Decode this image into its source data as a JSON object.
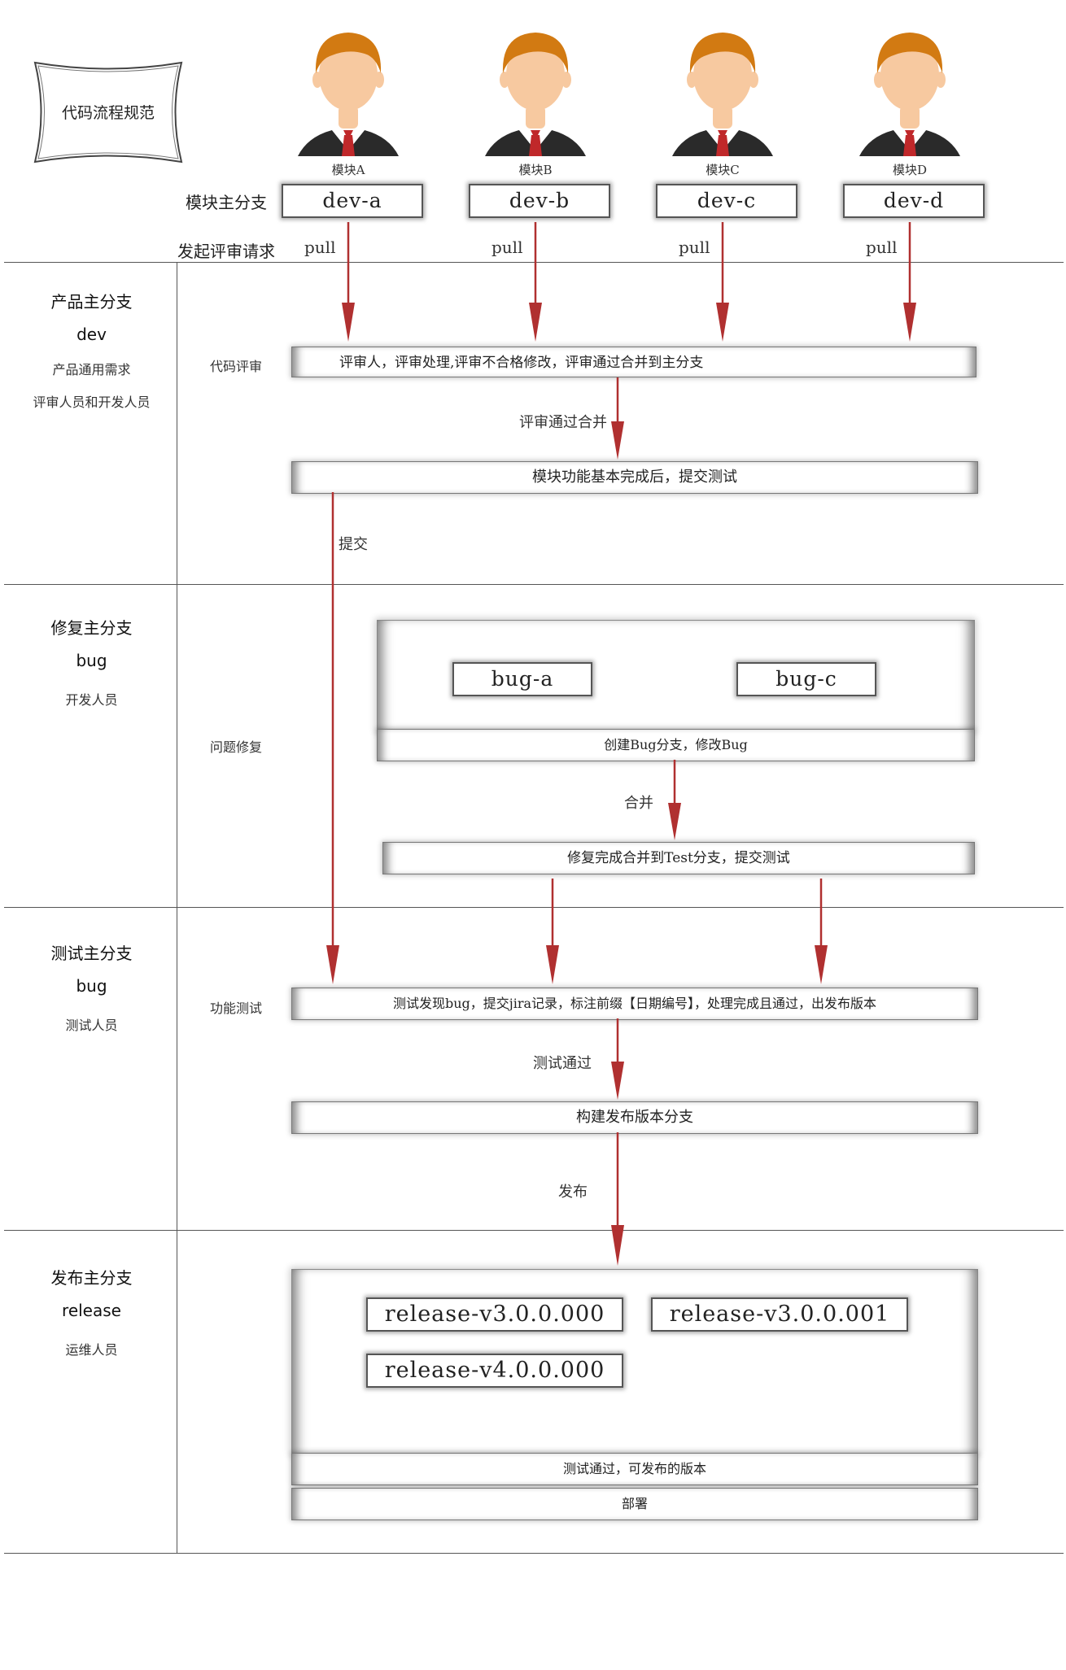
{
  "title": "代码流程规范",
  "colors": {
    "arrow": "#b03030",
    "hair": "#d27a12",
    "face": "#f7c9a0",
    "suit": "#2a2a2a",
    "tie": "#c0282a"
  },
  "modules": [
    {
      "name": "模块A",
      "branch": "dev-a",
      "pull": "pull"
    },
    {
      "name": "模块B",
      "branch": "dev-b",
      "pull": "pull"
    },
    {
      "name": "模块C",
      "branch": "dev-c",
      "pull": "pull"
    },
    {
      "name": "模块D",
      "branch": "dev-d",
      "pull": "pull"
    }
  ],
  "header": {
    "module_branch_label": "模块主分支",
    "review_request_label": "发起评审请求"
  },
  "lanes": {
    "dev": {
      "title": "产品主分支",
      "branch": "dev",
      "desc1": "产品通用需求",
      "desc2": "评审人员和开发人员"
    },
    "bug": {
      "title": "修复主分支",
      "branch": "bug",
      "desc1": "开发人员"
    },
    "test": {
      "title": "测试主分支",
      "branch": "bug",
      "desc1": "测试人员"
    },
    "release": {
      "title": "发布主分支",
      "branch": "release",
      "desc1": "运维人员"
    }
  },
  "steps": {
    "code_review": "代码评审",
    "bug_fix": "问题修复",
    "func_test": "功能测试"
  },
  "bars": {
    "review": "评审人，评审处理,评审不合格修改，评审通过合并到主分支",
    "module_done": "模块功能基本完成后，提交测试",
    "create_bug": "创建Bug分支，修改Bug",
    "fix_done": "修复完成合并到Test分支，提交测试",
    "test_found": "测试发现bug，提交jira记录，标注前缀【日期编号】，处理完成且通过，出发布版本",
    "build_release": "构建发布版本分支",
    "release_ok": "测试通过，可发布的版本",
    "deploy": "部署"
  },
  "arrow_labels": {
    "review_pass": "评审通过合并",
    "submit": "提交",
    "merge": "合并",
    "test_pass": "测试通过",
    "publish": "发布"
  },
  "bug_branches": [
    "bug-a",
    "bug-c"
  ],
  "releases": [
    "release-v3.0.0.000",
    "release-v3.0.0.001",
    "release-v4.0.0.000"
  ]
}
